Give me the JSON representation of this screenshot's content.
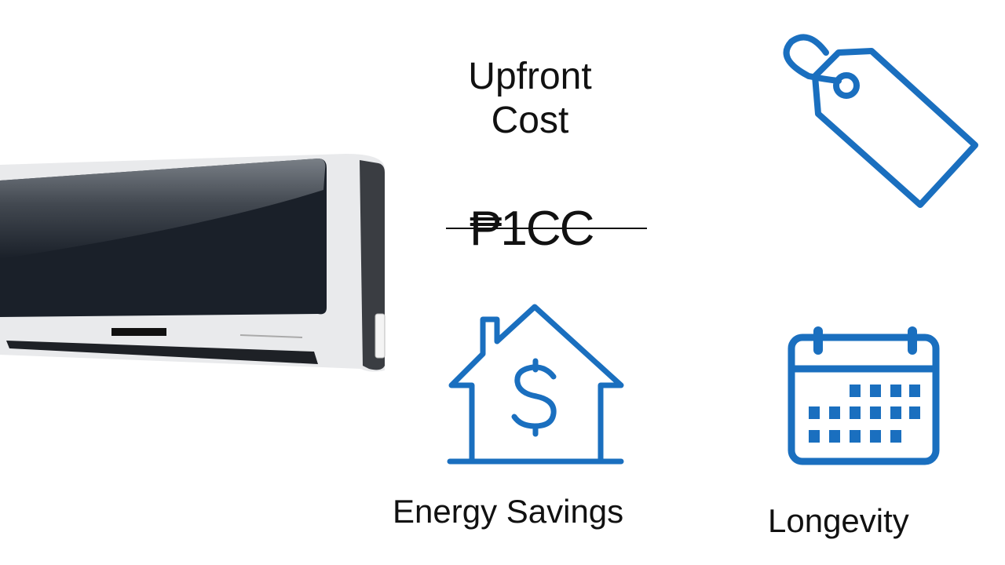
{
  "upfront": {
    "title_line1": "Upfront",
    "title_line2": "Cost",
    "price": "₱1CC"
  },
  "icons": {
    "tag": "price-tag-icon",
    "house": "house-dollar-icon",
    "calendar": "calendar-icon",
    "ac": "air-conditioner-unit"
  },
  "labels": {
    "energy": "Energy Savings",
    "longevity": "Longevity"
  },
  "colors": {
    "accent": "#1a6fbf",
    "text": "#111111",
    "ac_panel": "#1a2029"
  }
}
